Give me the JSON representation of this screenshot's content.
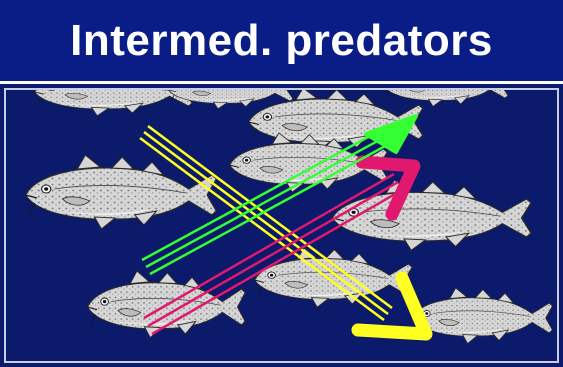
{
  "slide": {
    "title": "Intermed. predators"
  },
  "colors": {
    "background": "#0b1a6b",
    "title_bar": "#0a1c85",
    "title_text": "#ffffff",
    "green_arrow": "#33ff33",
    "magenta_arrow": "#e0186e",
    "yellow_arrow": "#ffff22",
    "fish_body": "#d9d9d9"
  },
  "illustration": {
    "fish_icon": "cod-fish-icon",
    "arrows": [
      "green-arrow",
      "magenta-arrow",
      "yellow-arrow"
    ]
  }
}
